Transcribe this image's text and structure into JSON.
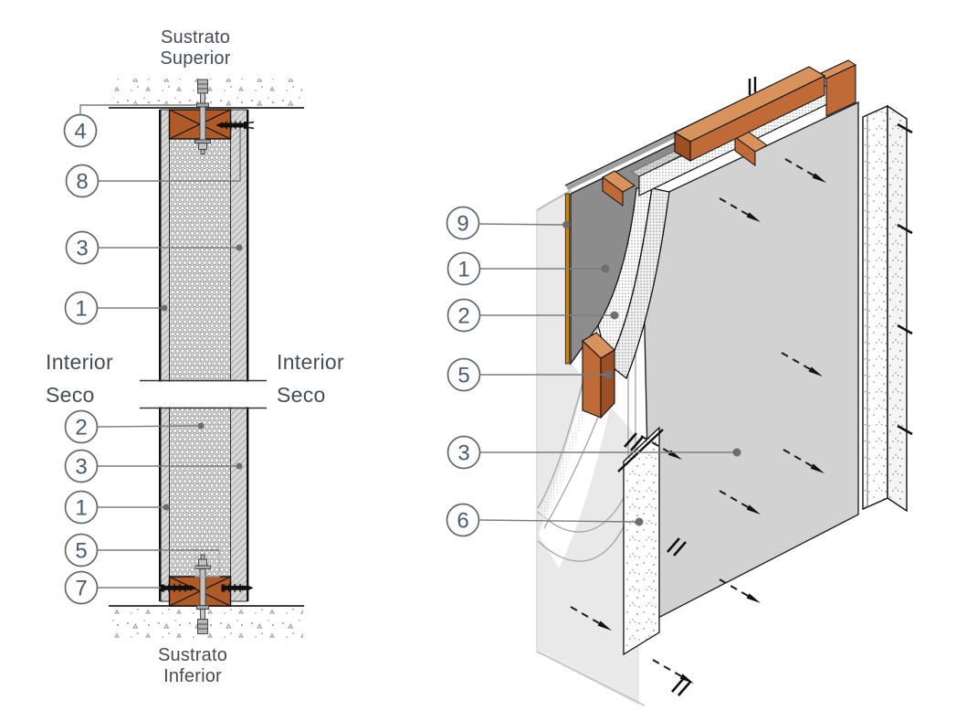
{
  "section_view": {
    "top_label": {
      "line1": "Sustrato",
      "line2": "Superior"
    },
    "bottom_label": {
      "line1": "Sustrato",
      "line2": "Inferior"
    },
    "left_side_label": {
      "line1": "Interior",
      "line2": "Seco"
    },
    "right_side_label": {
      "line1": "Interior",
      "line2": "Seco"
    },
    "callouts": [
      {
        "number": "4"
      },
      {
        "number": "8"
      },
      {
        "number": "3"
      },
      {
        "number": "1"
      },
      {
        "number": "2"
      },
      {
        "number": "3"
      },
      {
        "number": "1"
      },
      {
        "number": "5"
      },
      {
        "number": "7"
      }
    ]
  },
  "isometric_view": {
    "callouts": [
      {
        "number": "9"
      },
      {
        "number": "1"
      },
      {
        "number": "2"
      },
      {
        "number": "5"
      },
      {
        "number": "3"
      },
      {
        "number": "6"
      }
    ]
  },
  "colors": {
    "wood_section": "#b05a28",
    "wood_top": "#d8925c",
    "wood_front": "#c06a38",
    "wood_side": "#9d4f24",
    "membrane": "#8c8c8c",
    "sealant": "#c6860f",
    "panel": "#d2d2d3",
    "backing": "#e9e9e9",
    "callout_text": "#4a5b74",
    "label_text": "#474b52"
  }
}
